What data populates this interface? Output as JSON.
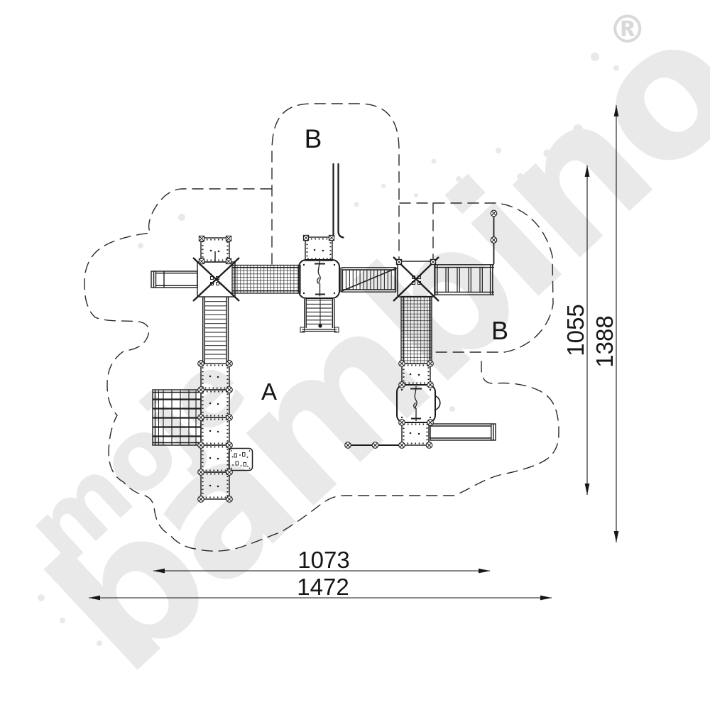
{
  "zone_labels": {
    "a": "A",
    "b_top": "B",
    "b_right": "B"
  },
  "dimensions": {
    "inner_width": "1073",
    "outer_width": "1472",
    "inner_height": "1055",
    "outer_height": "1388"
  },
  "watermark": {
    "word_small": "moje",
    "word_large": "bambino",
    "registered_symbol": "®"
  },
  "colors": {
    "line": "#1c1c1c",
    "zone_dash": "#2a2a2a",
    "dimension": "#161616",
    "watermark": "#e9e9e9",
    "registered": "#d9d9d9",
    "background": "#ffffff"
  }
}
